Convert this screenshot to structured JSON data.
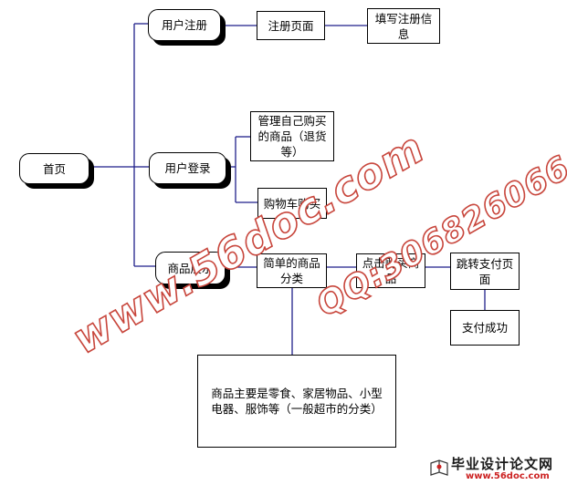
{
  "nodes": {
    "home": "首页",
    "register": "用户注册",
    "register_page": "注册页面",
    "fill_info": "填写注册信息",
    "login": "用户登录",
    "manage_purchases": "管理自己购买的商品（退货等）",
    "shopping_cart": "购物车购买",
    "product_display": "商品展示",
    "simple_categories": "简单的商品分类",
    "click_buy": "点击购买商品",
    "payment_page": "跳转支付页面",
    "payment_success": "支付成功",
    "category_note": "商品主要是零食、家居物品、小型电器、服饰等（一般超市的分类）"
  },
  "watermark": {
    "site": "www.56doc.com",
    "qq": "QQ:306826066"
  },
  "logo": {
    "title": "毕业设计论文网",
    "url": "www.56doc.com",
    "icon": "book-logo-icon"
  },
  "colors": {
    "connector": "#1f1f8a",
    "watermark": "#c8463c"
  }
}
